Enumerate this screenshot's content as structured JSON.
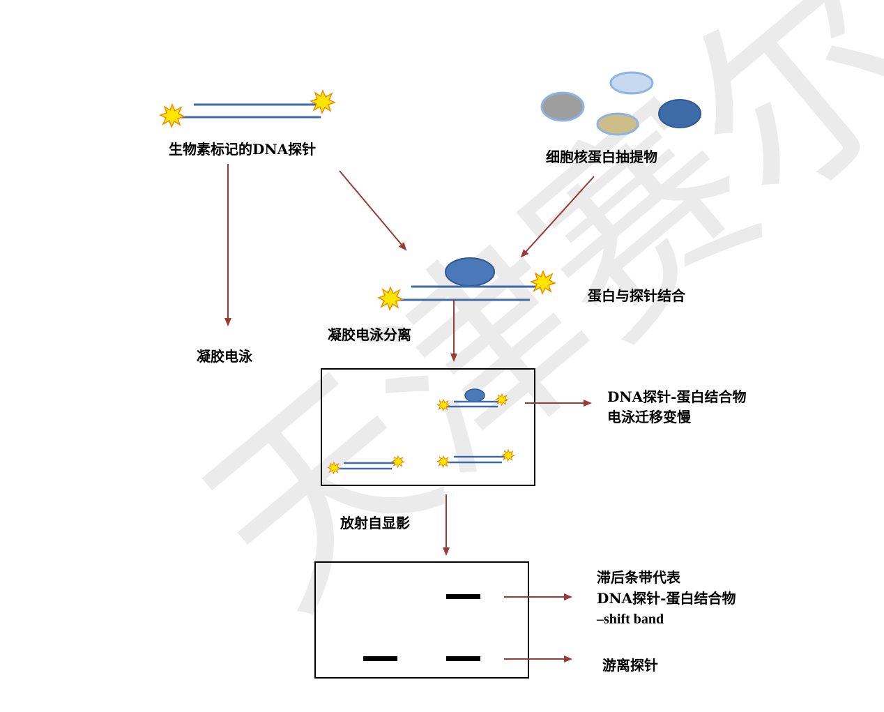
{
  "watermark": "天津赛尔",
  "labels": {
    "probe": "生物素标记的DNA探针",
    "extract": "细胞核蛋白抽提物",
    "bind": "蛋白与探针结合",
    "gel_left": "凝胶电泳",
    "gel_sep": "凝胶电泳分离",
    "complex_line1": "DNA探针-蛋白结合物",
    "complex_line2": "电泳迁移变慢",
    "autorad": "放射自显影",
    "shift_line1": "滞后条带代表",
    "shift_line2": "DNA探针-蛋白结合物",
    "shift_line3": "–shift band",
    "free_probe": "游离探针"
  },
  "colors": {
    "dna_strand": "#3f6aa8",
    "protein": "#4a78b8",
    "protein_outline": "#2f5a93",
    "arrow": "#9c3a34",
    "star_fill": "#ffe600",
    "star_outline": "#f08a00",
    "extract_gray": "#9e9e9e",
    "extract_lightblue": "#c6d9f0",
    "extract_tan": "#cdbd88",
    "extract_blue": "#3e6ca9",
    "extract_outline": "#8db5e0"
  }
}
